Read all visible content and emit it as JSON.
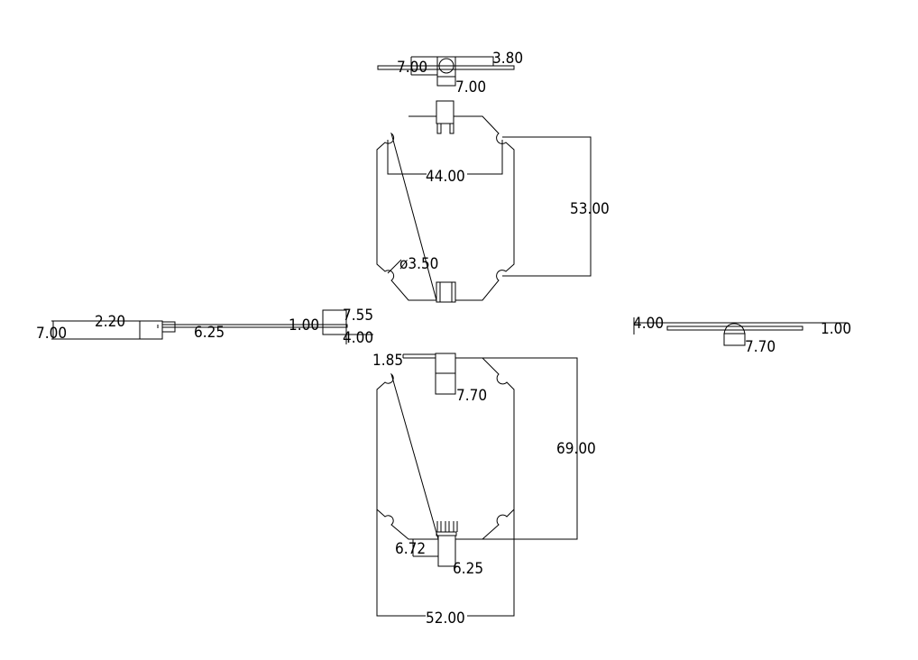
{
  "drawing": {
    "top_view": {
      "width_a": "7.00",
      "height": "3.80",
      "width_b": "7.00"
    },
    "front_board": {
      "hole_span": "44.00",
      "height": "53.00",
      "hole_diameter": "ø3.50"
    },
    "left_view": {
      "total": "7.00",
      "offset": "2.20",
      "connector": "6.25",
      "thickness": "1.00",
      "right_height": "7.55",
      "right_depth": "4.00"
    },
    "right_view": {
      "left": "4.00",
      "right": "1.00",
      "connector": "7.70"
    },
    "back_board": {
      "edge": "1.85",
      "top_connector": "7.70",
      "height": "69.00",
      "connector_offset": "6.72",
      "bottom_connector": "6.25",
      "width": "52.00"
    }
  }
}
